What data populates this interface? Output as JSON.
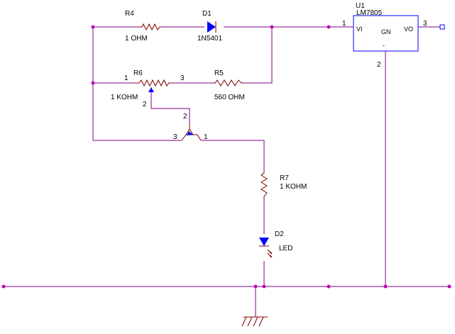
{
  "colors": {
    "wire": "#800080",
    "component": "#800000",
    "junction": "#c000c0",
    "ic_outline": "#0000ff",
    "diode_fill": "#0000ff",
    "text": "#000000"
  },
  "components": {
    "r4": {
      "ref": "R4",
      "value": "1 OHM"
    },
    "d1": {
      "ref": "D1",
      "value": "1N5401"
    },
    "r6": {
      "ref": "R6",
      "value": "1 KOHM",
      "pin1": "1",
      "pin2": "2",
      "pin3": "3"
    },
    "r5": {
      "ref": "R5",
      "value": "560 OHM"
    },
    "q": {
      "pin1": "1",
      "pin2": "2",
      "pin3": "3"
    },
    "r7": {
      "ref": "R7",
      "value": "1 KOHM"
    },
    "d2": {
      "ref": "D2",
      "value": "LED"
    },
    "u1": {
      "ref": "U1",
      "part": "LM7805",
      "pin_vi": "VI",
      "pin_gnd": "GN",
      "pin_vo": "VO",
      "pin_minus": "-",
      "pin1": "1",
      "pin2": "2",
      "pin3": "3"
    }
  }
}
